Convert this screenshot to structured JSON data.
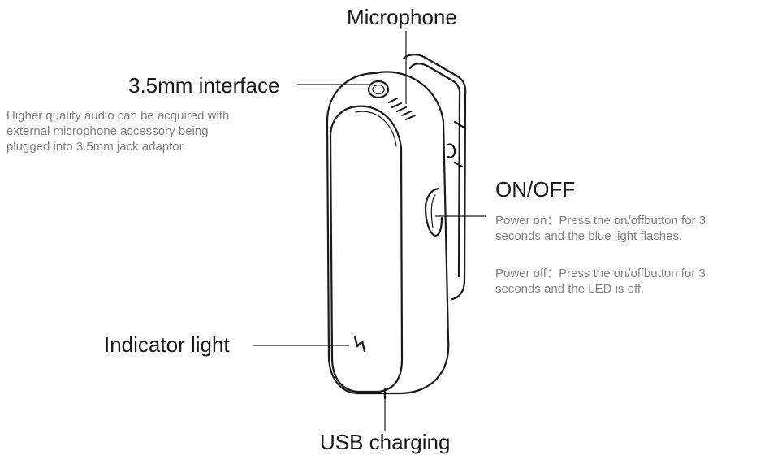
{
  "labels": {
    "microphone": "Microphone",
    "interface": "3.5mm interface",
    "on_off": "ON/OFF",
    "indicator": "Indicator light",
    "usb": "USB charging"
  },
  "descriptions": {
    "interface": [
      "Higher quality audio can be acquired with",
      "external microphone accessory being",
      "plugged into 3.5mm jack adaptor"
    ],
    "power_on": [
      "Power on：Press the on/offbutton for 3",
      "seconds and the blue light flashes."
    ],
    "power_off": [
      "Power off：Press the on/offbutton for 3",
      "seconds and the LED is off."
    ]
  },
  "colors": {
    "outline": "#1a1a1a",
    "label_text": "#1a1a1a",
    "description_text": "#808080",
    "background": "#ffffff"
  },
  "icons": {
    "indicator": "indicator-light-icon"
  }
}
